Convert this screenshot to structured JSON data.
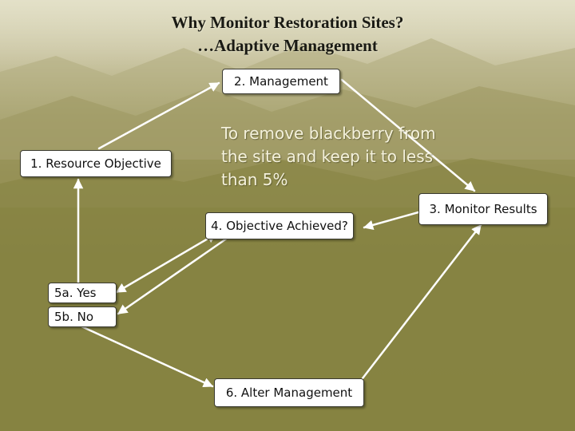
{
  "title": {
    "line1": "Why Monitor Restoration Sites?",
    "line2": "…Adaptive Management"
  },
  "nodes": {
    "management": "2. Management",
    "resource_objective": "1. Resource Objective",
    "monitor_results": "3. Monitor Results",
    "objective_achieved": "4. Objective Achieved?",
    "yes": "5a. Yes",
    "no": "5b. No",
    "alter_management": "6. Alter Management"
  },
  "objective_statement": "To remove blackberry from the site and keep it to less than 5%",
  "colors": {
    "node_fill": "#ffffff",
    "arrow": "#ffffff",
    "objective_text": "#f4f1dc",
    "background": "#8f8b4c"
  }
}
